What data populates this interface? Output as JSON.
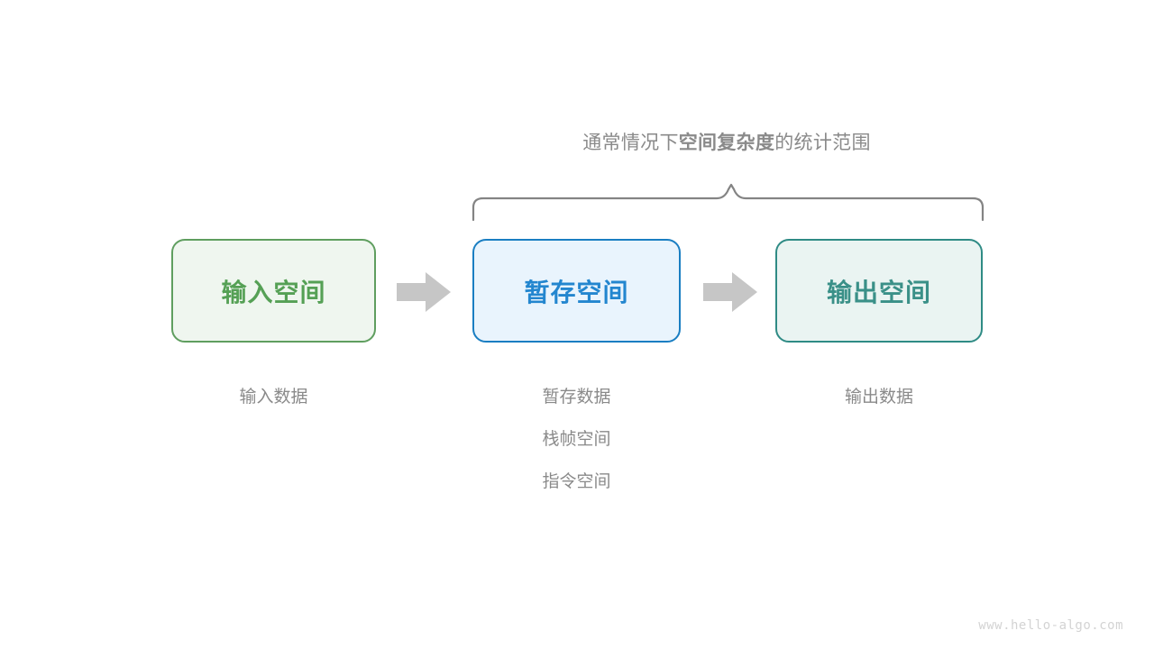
{
  "diagram": {
    "title_caption": {
      "prefix": "通常情况下",
      "emphasis": "空间复杂度",
      "suffix": "的统计范围"
    },
    "brace": {
      "name": "curly-brace",
      "color": "#808080",
      "spans_boxes": [
        "暂存空间",
        "输出空间"
      ]
    },
    "boxes": [
      {
        "id": "input-space",
        "label": "输入空间",
        "border_color": "#5f9e5f",
        "fill_color": "#eff6ef",
        "text_color": "#55a055"
      },
      {
        "id": "temp-space",
        "label": "暂存空间",
        "border_color": "#1a7ec2",
        "fill_color": "#e9f4fd",
        "text_color": "#2386cf"
      },
      {
        "id": "output-space",
        "label": "输出空间",
        "border_color": "#2f8b85",
        "fill_color": "#eaf4f2",
        "text_color": "#3a9088"
      }
    ],
    "arrows": [
      {
        "id": "arrow-input-to-temp",
        "color": "#c6c6c6"
      },
      {
        "id": "arrow-temp-to-output",
        "color": "#c6c6c6"
      }
    ],
    "captions": {
      "input": [
        "输入数据"
      ],
      "temp": [
        "暂存数据",
        "栈帧空间",
        "指令空间"
      ],
      "output": [
        "输出数据"
      ]
    },
    "watermark": "www.hello-algo.com"
  },
  "chart_data": {
    "type": "diagram",
    "title": "通常情况下空间复杂度的统计范围",
    "nodes": [
      {
        "label": "输入空间",
        "details": [
          "输入数据"
        ],
        "in_scope": false
      },
      {
        "label": "暂存空间",
        "details": [
          "暂存数据",
          "栈帧空间",
          "指令空间"
        ],
        "in_scope": true
      },
      {
        "label": "输出空间",
        "details": [
          "输出数据"
        ],
        "in_scope": true
      }
    ],
    "edges": [
      {
        "from": "输入空间",
        "to": "暂存空间"
      },
      {
        "from": "暂存空间",
        "to": "输出空间"
      }
    ]
  }
}
